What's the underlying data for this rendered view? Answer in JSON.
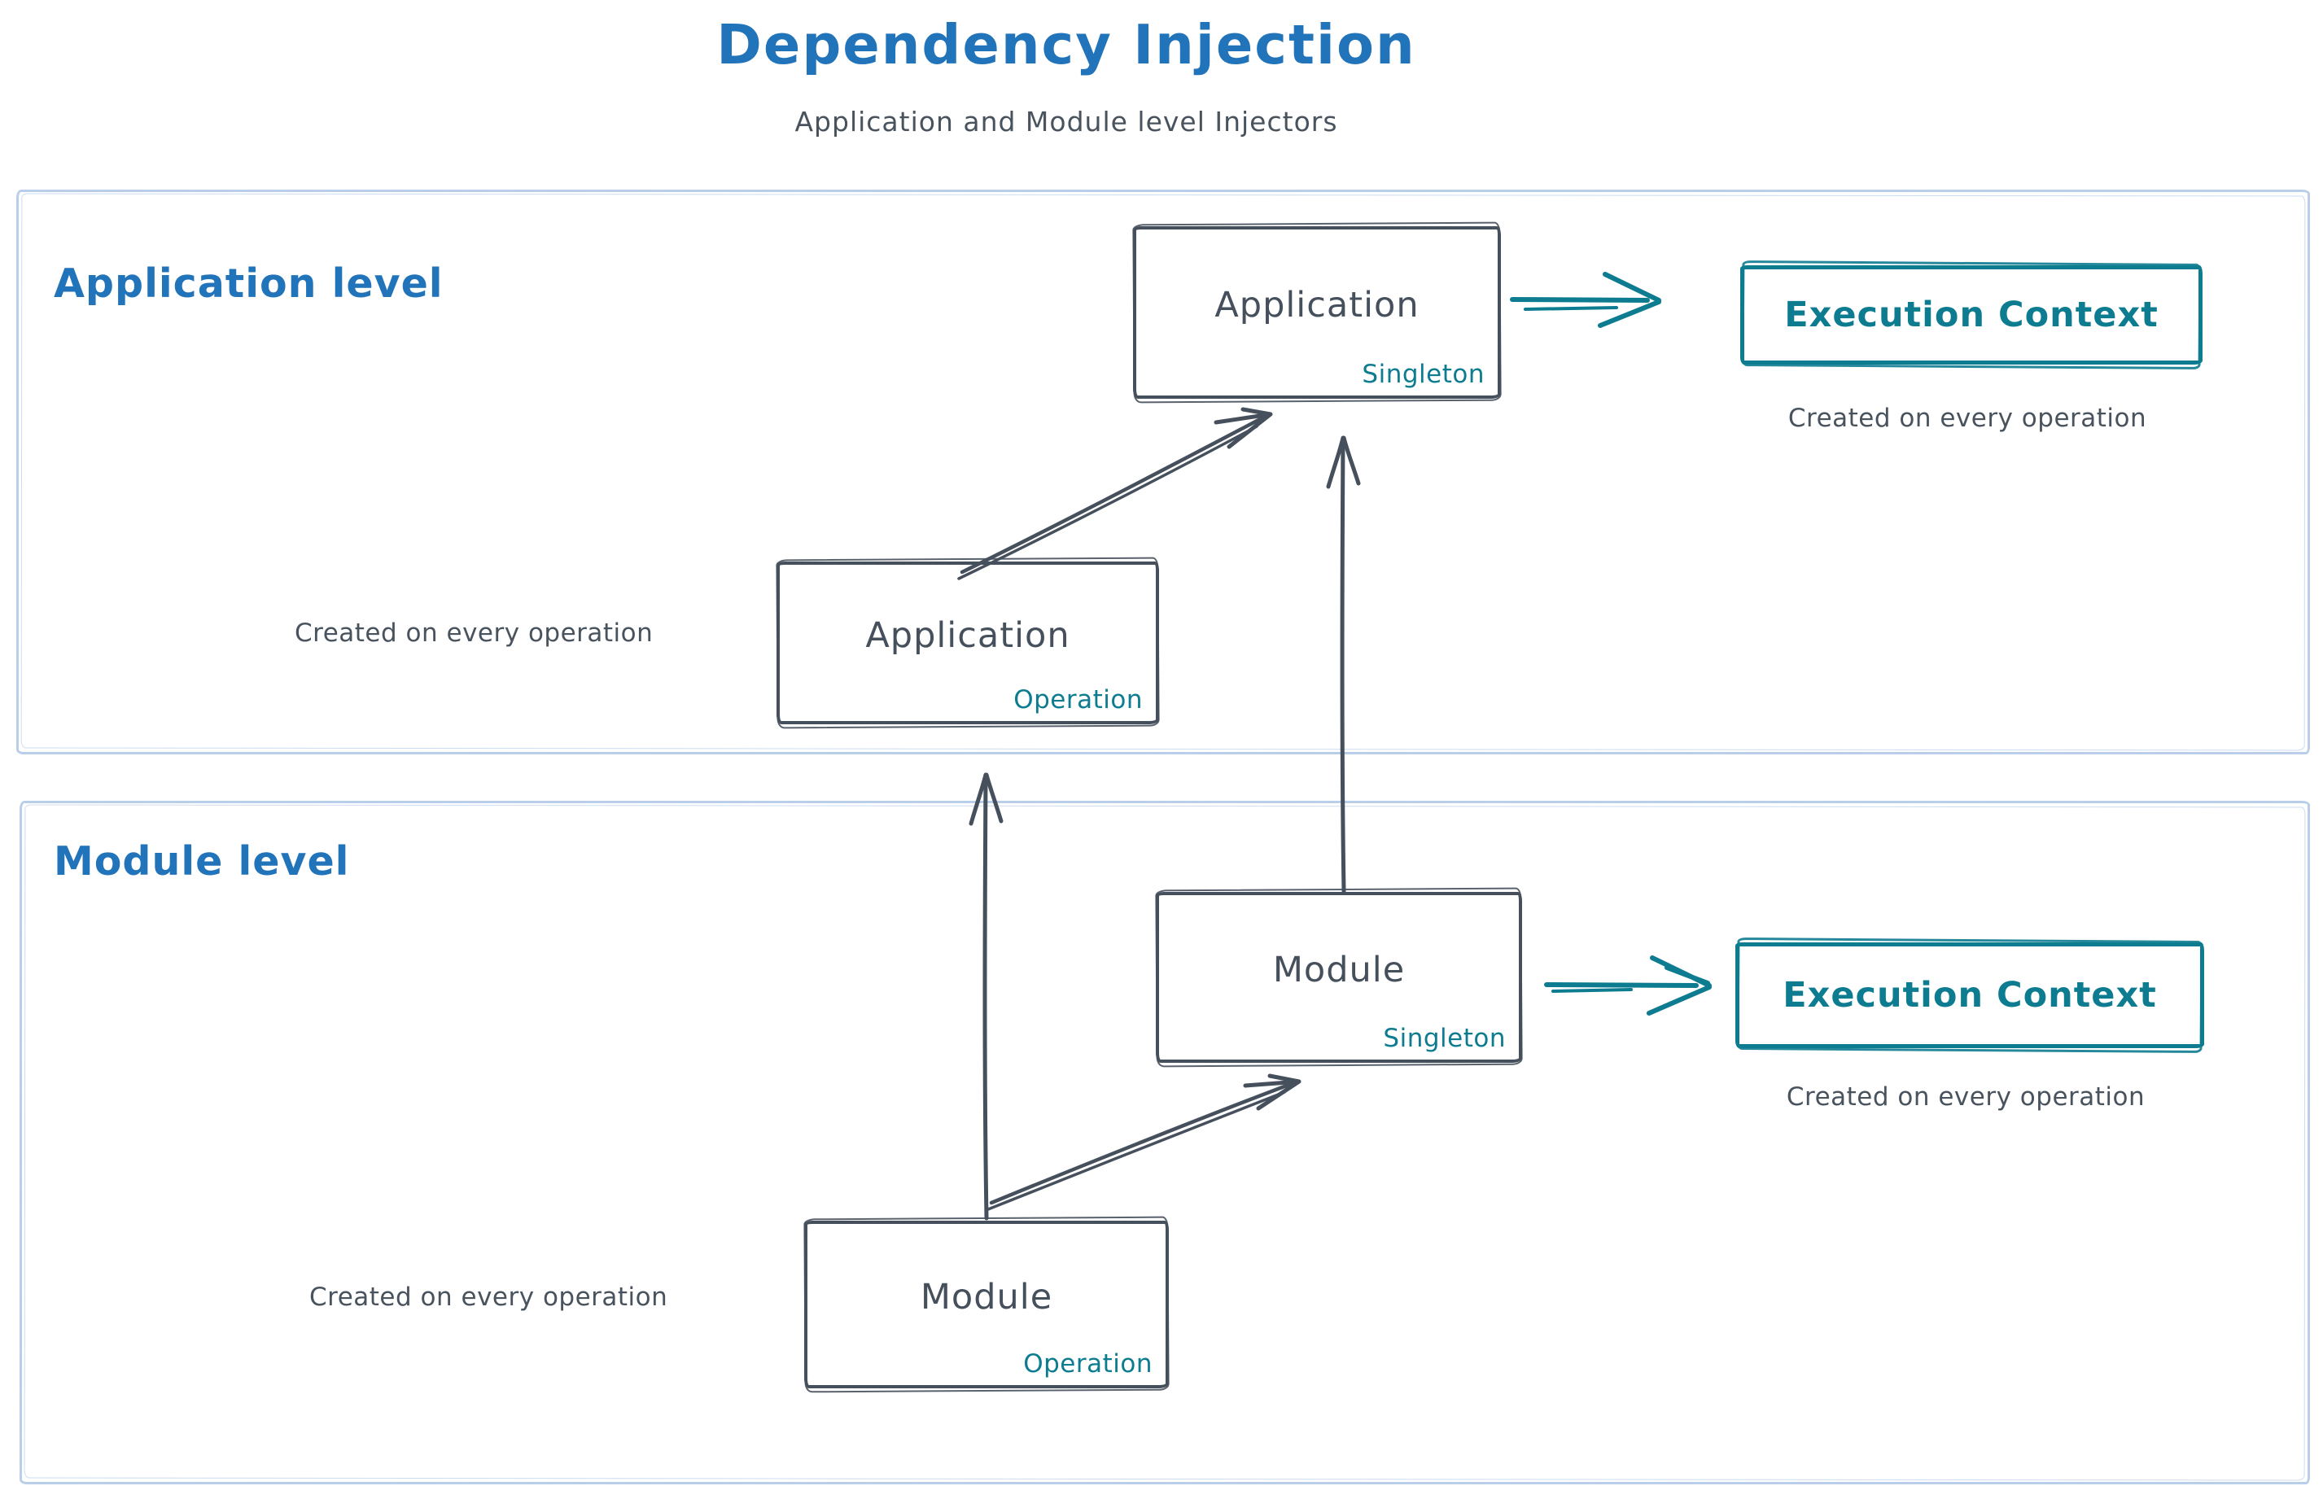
{
  "title": "Dependency Injection",
  "subtitle": "Application and Module level Injectors",
  "colors": {
    "title_blue": "#2173ba",
    "teal": "#0d7c90",
    "slate": "#46505c",
    "section_border_light_blue": "#b9cfe9",
    "caption_gray": "#49535e"
  },
  "sections": {
    "application": {
      "label": "Application level",
      "singleton_box": {
        "name": "Application",
        "scope": "Singleton"
      },
      "operation_box": {
        "name": "Application",
        "scope": "Operation"
      },
      "operation_caption": "Created on every operation",
      "execution_context": {
        "label": "Execution Context",
        "caption": "Created on every operation"
      }
    },
    "module": {
      "label": "Module level",
      "singleton_box": {
        "name": "Module",
        "scope": "Singleton"
      },
      "operation_box": {
        "name": "Module",
        "scope": "Operation"
      },
      "operation_caption": "Created on every operation",
      "execution_context": {
        "label": "Execution Context",
        "caption": "Created on every operation"
      }
    }
  },
  "arrows": [
    {
      "from": "application-operation",
      "to": "application-singleton",
      "color": "#46505c"
    },
    {
      "from": "module-operation",
      "to": "application-operation",
      "color": "#46505c"
    },
    {
      "from": "module-singleton",
      "to": "application-singleton",
      "color": "#46505c"
    },
    {
      "from": "module-operation",
      "to": "module-singleton",
      "color": "#46505c"
    },
    {
      "from": "application-singleton",
      "to": "application-execution-context",
      "color": "#0d7c90"
    },
    {
      "from": "module-singleton",
      "to": "module-execution-context",
      "color": "#0d7c90"
    }
  ]
}
